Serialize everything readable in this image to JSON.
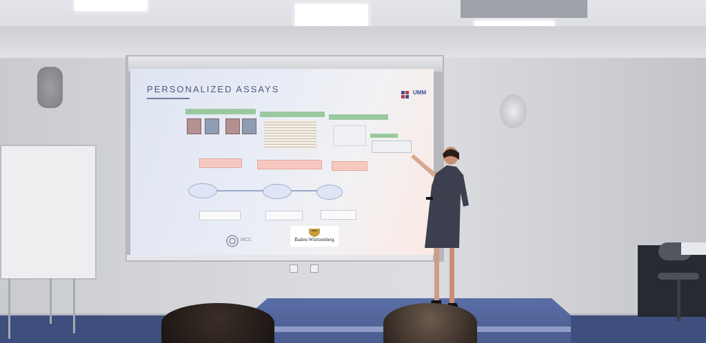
{
  "slide": {
    "title": "PERSONALIZED ASSAYS",
    "logo_text": "UMM",
    "footer_logo_left": "MCC",
    "footer_logo_right": "Baden-Württemberg"
  },
  "colors": {
    "screen": "#e6eaf4",
    "slide_title": "#4a5a7a",
    "header_green": "#9ac9a0",
    "box_pink": "#f6c9c0",
    "stage_blue": "#4a5c90",
    "presenter_dress": "#3b3f4e"
  },
  "icons": {
    "logo_icon": "umm-logo-icon",
    "coat_of_arms": "coat-of-arms-icon"
  }
}
